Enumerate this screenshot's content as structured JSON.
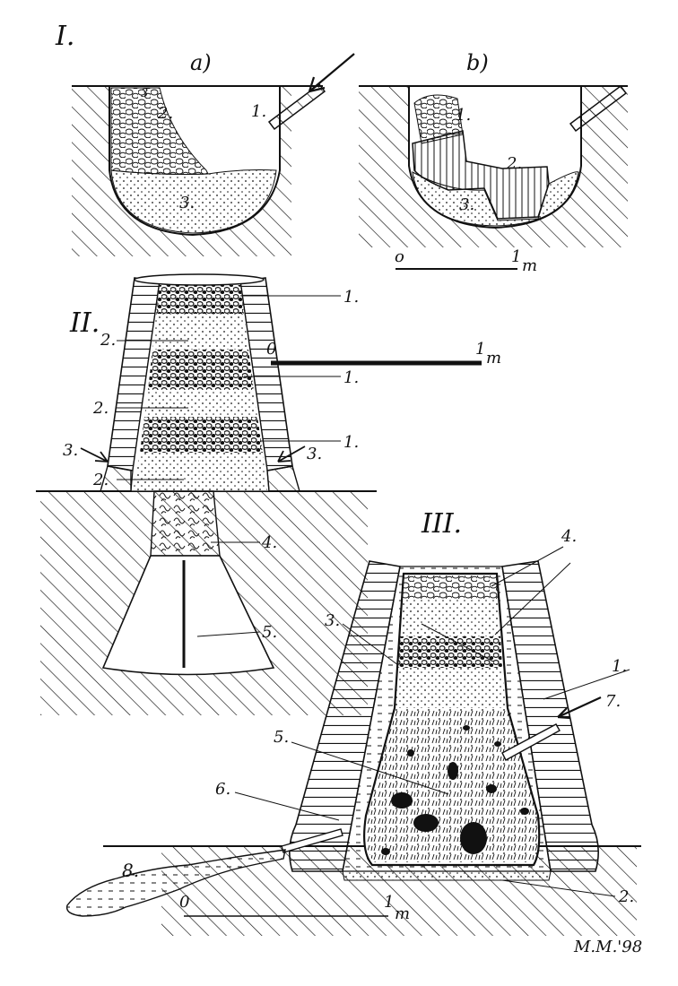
{
  "figure": {
    "section_I": {
      "numeral": "I.",
      "panel_a": {
        "letter": "a)",
        "labels": [
          "1.",
          "2.",
          "3.",
          "3"
        ]
      },
      "panel_b": {
        "letter": "b)",
        "labels": [
          "1.",
          "2.",
          "3."
        ]
      },
      "scale": {
        "zero": "o",
        "one": "1",
        "unit": "m"
      }
    },
    "section_II": {
      "numeral": "II.",
      "labels": [
        "1.",
        "1.",
        "1.",
        "2.",
        "2.",
        "2.",
        "3.",
        "3.",
        "4.",
        "5."
      ],
      "scale": {
        "zero": "0",
        "one": "1",
        "unit": "m"
      }
    },
    "section_III": {
      "numeral": "III.",
      "labels": [
        "1.",
        "2.",
        "3.",
        "4.",
        "5.",
        "6.",
        "7.",
        "8."
      ],
      "scale": {
        "zero": "0",
        "one": "1",
        "unit": "m"
      }
    },
    "signature": "M.M.'98"
  },
  "colors": {
    "ink": "#111111",
    "paper": "#ffffff"
  }
}
